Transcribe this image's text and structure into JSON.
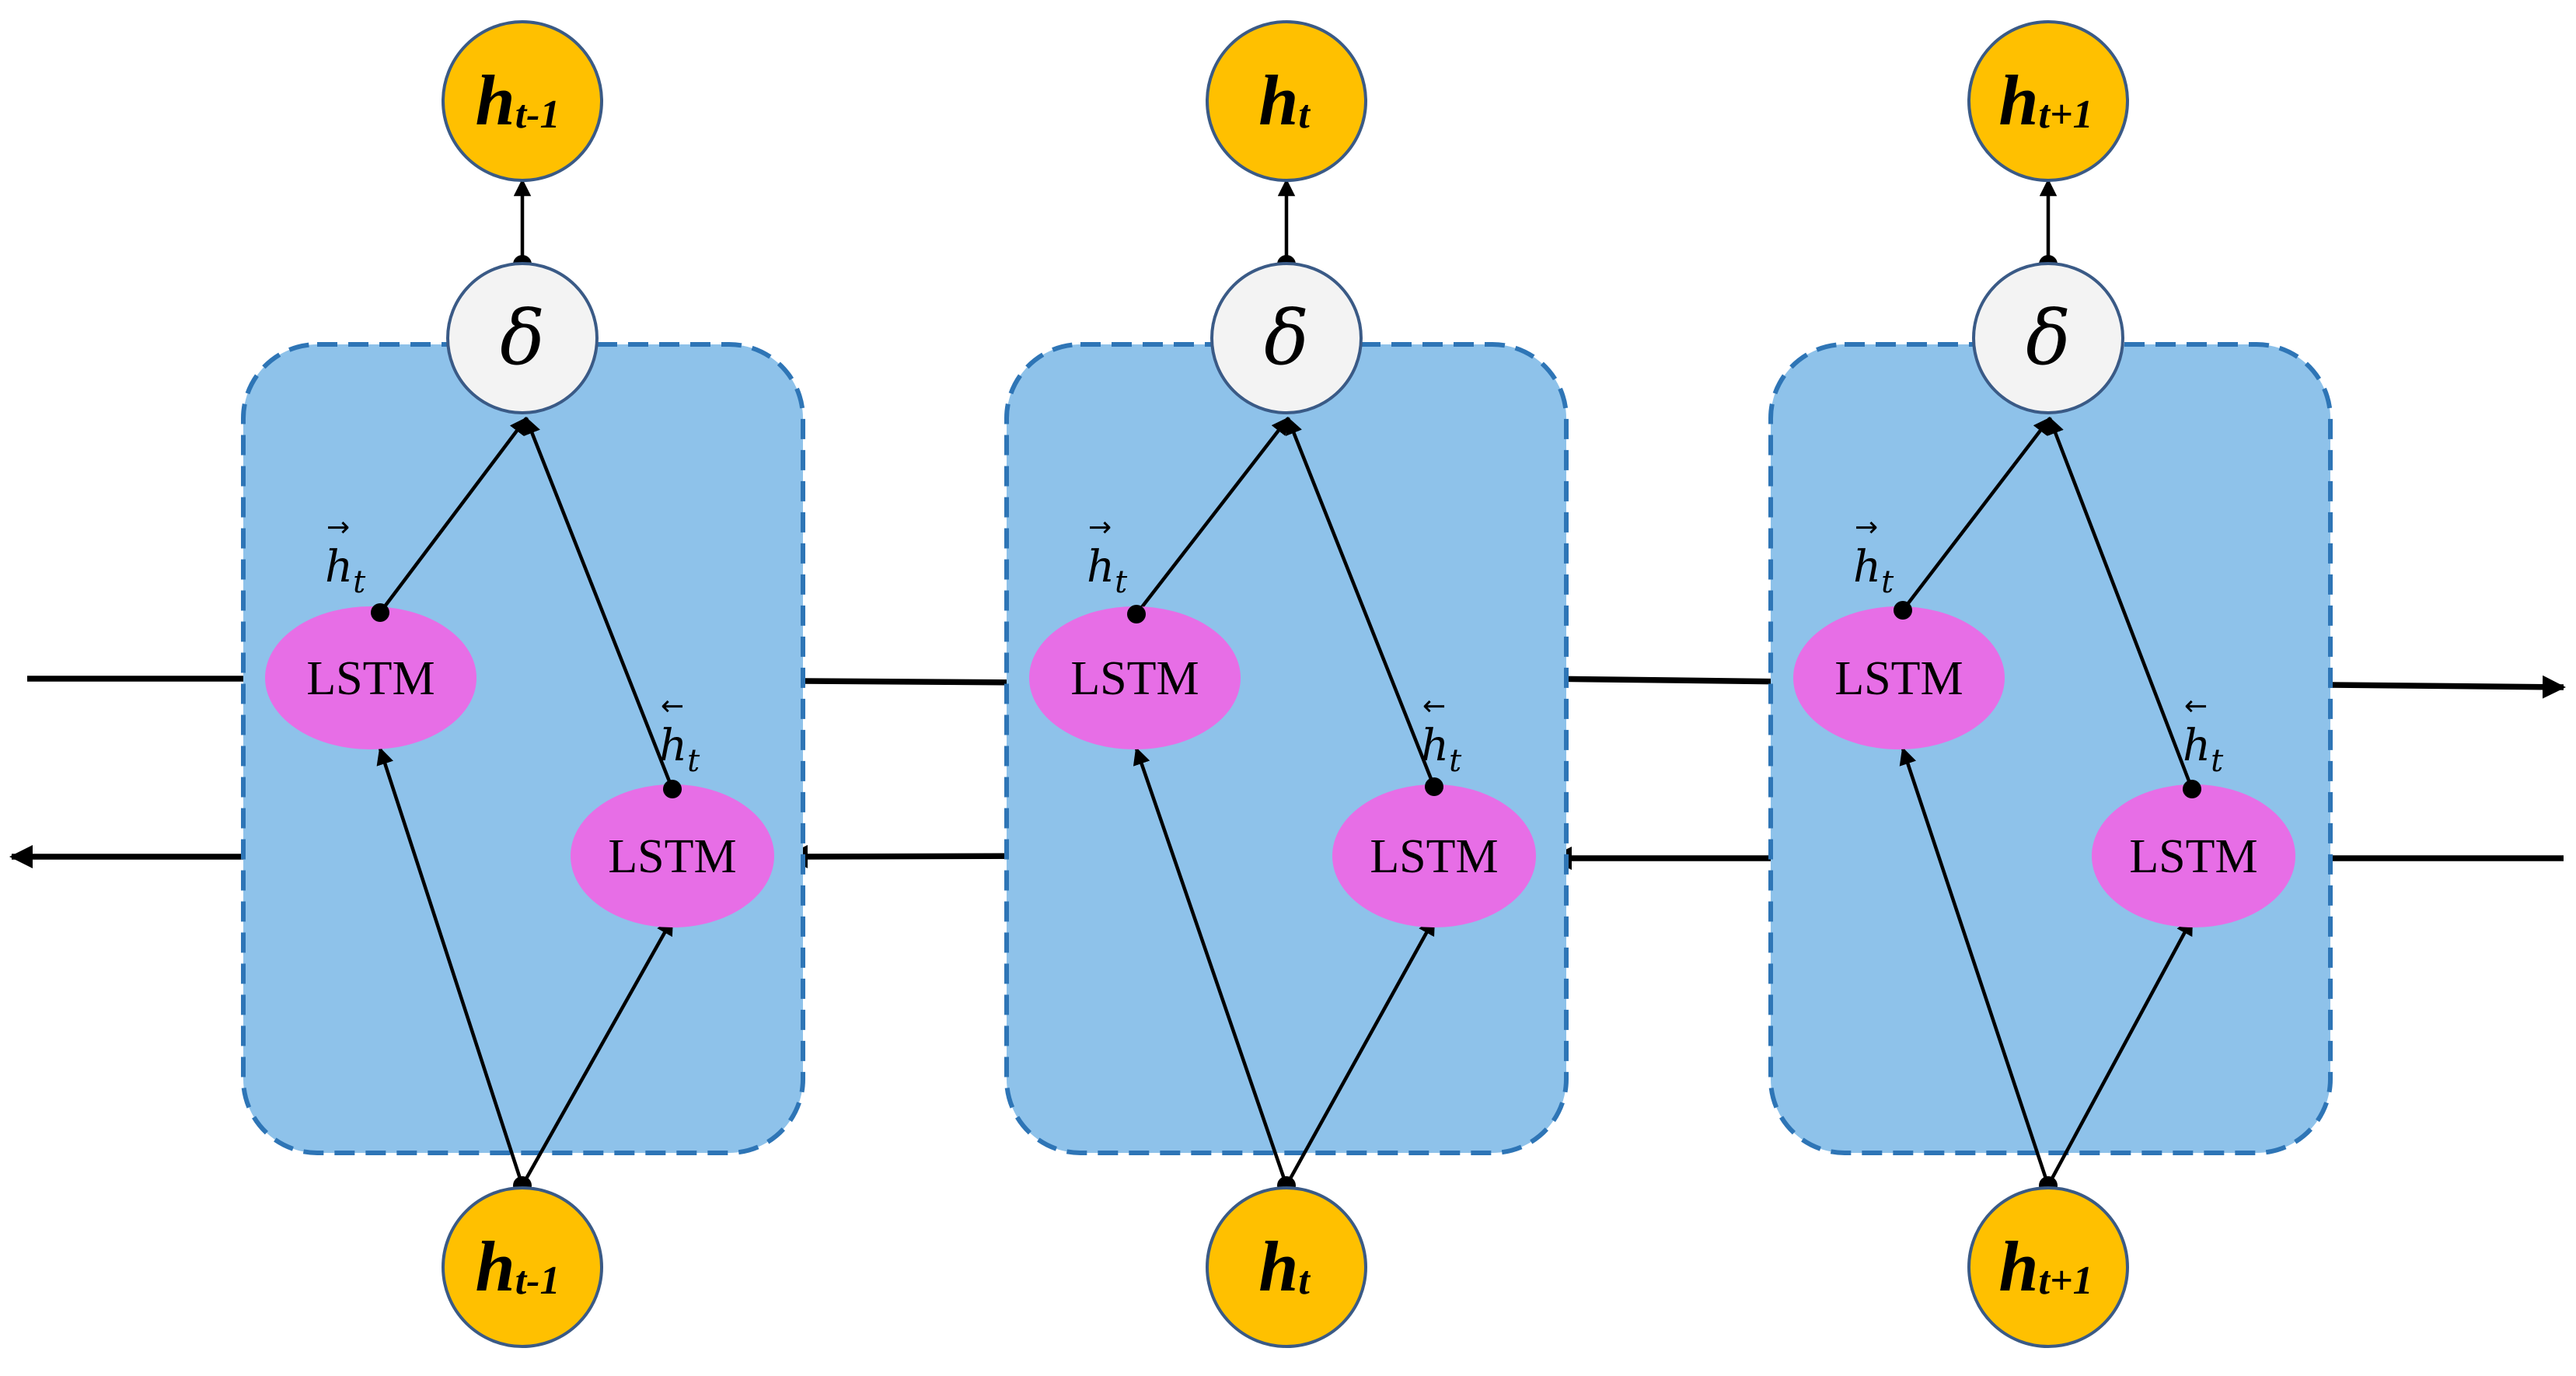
{
  "cells": [
    {
      "output": {
        "main": "h",
        "sub": "t-1"
      },
      "input": {
        "main": "h",
        "sub": "t-1"
      },
      "activation": "δ",
      "forward_lstm": "LSTM",
      "backward_lstm": "LSTM",
      "forward_state": {
        "main": "h",
        "sub": "t",
        "arrow": "→"
      },
      "backward_state": {
        "main": "h",
        "sub": "t",
        "arrow": "←"
      }
    },
    {
      "output": {
        "main": "h",
        "sub": "t"
      },
      "input": {
        "main": "h",
        "sub": "t"
      },
      "activation": "δ",
      "forward_lstm": "LSTM",
      "backward_lstm": "LSTM",
      "forward_state": {
        "main": "h",
        "sub": "t",
        "arrow": "→"
      },
      "backward_state": {
        "main": "h",
        "sub": "t",
        "arrow": "←"
      }
    },
    {
      "output": {
        "main": "h",
        "sub": "t+1"
      },
      "input": {
        "main": "h",
        "sub": "t+1"
      },
      "activation": "δ",
      "forward_lstm": "LSTM",
      "backward_lstm": "LSTM",
      "forward_state": {
        "main": "h",
        "sub": "t",
        "arrow": "→"
      },
      "backward_state": {
        "main": "h",
        "sub": "t",
        "arrow": "←"
      }
    }
  ],
  "colors": {
    "cell_fill": "#8ec2ea",
    "cell_border": "#2e75b6",
    "node_fill": "#ffc000",
    "lstm_fill": "#e76ee6",
    "activation_fill": "#f3f3f3"
  }
}
